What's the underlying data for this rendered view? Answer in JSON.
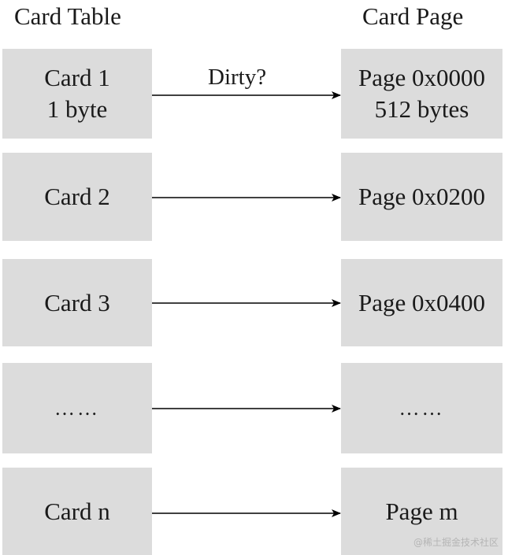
{
  "headers": {
    "left": "Card Table",
    "right": "Card Page"
  },
  "edge_label": "Dirty?",
  "rows": [
    {
      "card_lines": [
        "Card 1",
        "1 byte"
      ],
      "page_lines": [
        "Page 0x0000",
        "512 bytes"
      ]
    },
    {
      "card_lines": [
        "Card 2"
      ],
      "page_lines": [
        "Page 0x0200"
      ]
    },
    {
      "card_lines": [
        "Card 3"
      ],
      "page_lines": [
        "Page 0x0400"
      ]
    },
    {
      "card_lines": [
        "……"
      ],
      "page_lines": [
        "……"
      ]
    },
    {
      "card_lines": [
        "Card n"
      ],
      "page_lines": [
        "Page m"
      ]
    }
  ],
  "watermark": "@稀土掘金技术社区",
  "colors": {
    "box_fill": "#dcdcdc",
    "text": "#1a1a1a",
    "arrow": "#000000"
  }
}
